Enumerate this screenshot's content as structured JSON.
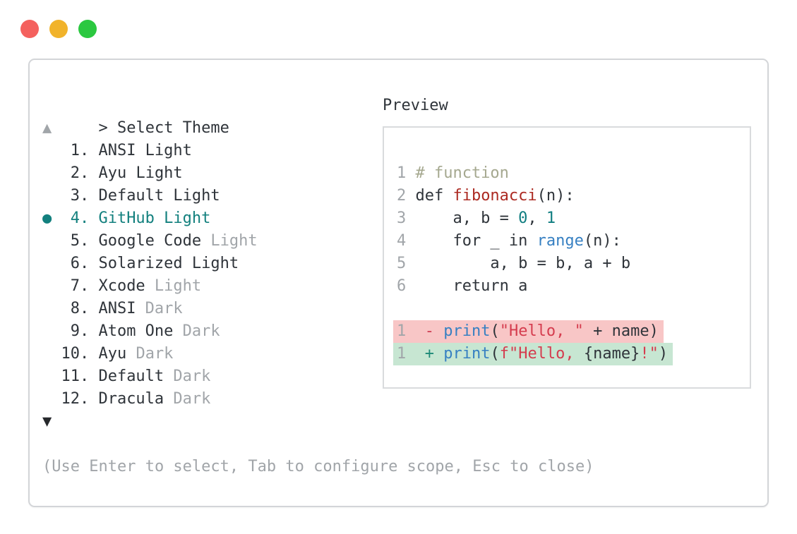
{
  "window": {
    "traffic_lights": [
      {
        "name": "close",
        "color": "#f4615e"
      },
      {
        "name": "minimize",
        "color": "#f1b32b"
      },
      {
        "name": "maximize",
        "color": "#2bc840"
      }
    ]
  },
  "theme_picker": {
    "prompt": ">",
    "title": "Select Theme",
    "scroll_up": "▲",
    "scroll_down": "▼",
    "selection_marker": "●",
    "items": [
      {
        "num": "1.",
        "name": "ANSI",
        "variant": "Light",
        "muted_variant": false,
        "selected": false
      },
      {
        "num": "2.",
        "name": "Ayu",
        "variant": "Light",
        "muted_variant": false,
        "selected": false
      },
      {
        "num": "3.",
        "name": "Default",
        "variant": "Light",
        "muted_variant": false,
        "selected": false
      },
      {
        "num": "4.",
        "name": "GitHub",
        "variant": "Light",
        "muted_variant": false,
        "selected": true
      },
      {
        "num": "5.",
        "name": "Google Code",
        "variant": "Light",
        "muted_variant": true,
        "selected": false
      },
      {
        "num": "6.",
        "name": "Solarized",
        "variant": "Light",
        "muted_variant": false,
        "selected": false
      },
      {
        "num": "7.",
        "name": "Xcode",
        "variant": "Light",
        "muted_variant": true,
        "selected": false
      },
      {
        "num": "8.",
        "name": "ANSI",
        "variant": "Dark",
        "muted_variant": true,
        "selected": false
      },
      {
        "num": "9.",
        "name": "Atom One",
        "variant": "Dark",
        "muted_variant": true,
        "selected": false
      },
      {
        "num": "10.",
        "name": "Ayu",
        "variant": "Dark",
        "muted_variant": true,
        "selected": false
      },
      {
        "num": "11.",
        "name": "Default",
        "variant": "Dark",
        "muted_variant": true,
        "selected": false
      },
      {
        "num": "12.",
        "name": "Dracula",
        "variant": "Dark",
        "muted_variant": true,
        "selected": false
      }
    ],
    "hint": "(Use Enter to select, Tab to configure scope, Esc to close)"
  },
  "preview": {
    "label": "Preview",
    "code_lines": [
      {
        "num": "1",
        "tokens": [
          {
            "t": "# function",
            "c": "comment"
          }
        ]
      },
      {
        "num": "2",
        "tokens": [
          {
            "t": "def ",
            "c": "text"
          },
          {
            "t": "fibonacci",
            "c": "func"
          },
          {
            "t": "(n):",
            "c": "text"
          }
        ]
      },
      {
        "num": "3",
        "tokens": [
          {
            "t": "    a, b = ",
            "c": "text"
          },
          {
            "t": "0",
            "c": "number"
          },
          {
            "t": ", ",
            "c": "text"
          },
          {
            "t": "1",
            "c": "number"
          }
        ]
      },
      {
        "num": "4",
        "tokens": [
          {
            "t": "    for _ in ",
            "c": "text"
          },
          {
            "t": "range",
            "c": "call"
          },
          {
            "t": "(n):",
            "c": "text"
          }
        ]
      },
      {
        "num": "5",
        "tokens": [
          {
            "t": "        a, b = b, a + b",
            "c": "text"
          }
        ]
      },
      {
        "num": "6",
        "tokens": [
          {
            "t": "    return a",
            "c": "text"
          }
        ]
      }
    ],
    "diff_lines": [
      {
        "num": "1",
        "kind": "removed",
        "tokens": [
          {
            "t": " - ",
            "c": "diff-minus"
          },
          {
            "t": "print",
            "c": "call"
          },
          {
            "t": "(",
            "c": "text"
          },
          {
            "t": "\"Hello, \"",
            "c": "string"
          },
          {
            "t": " + name)",
            "c": "text"
          }
        ]
      },
      {
        "num": "1",
        "kind": "added",
        "tokens": [
          {
            "t": " + ",
            "c": "diff-plus"
          },
          {
            "t": "print",
            "c": "call"
          },
          {
            "t": "(",
            "c": "text"
          },
          {
            "t": "f\"Hello, ",
            "c": "string"
          },
          {
            "t": "{name}",
            "c": "text"
          },
          {
            "t": "!\"",
            "c": "string"
          },
          {
            "t": ")",
            "c": "text"
          }
        ]
      }
    ]
  },
  "colors": {
    "text": "#2f343a",
    "muted": "#a1a5a9",
    "selection": "#13807e",
    "comment": "#a5a88f",
    "function_name": "#ac2a22",
    "string": "#d53c4e",
    "number": "#0f7d80",
    "call": "#3780c2",
    "diff_minus": "#cf3f54",
    "diff_plus": "#1e8a77",
    "diff_removed_bg": "#f8c6c6",
    "diff_added_bg": "#c7e6d2"
  }
}
